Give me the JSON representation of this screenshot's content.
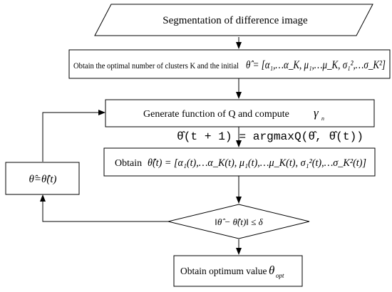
{
  "nodes": {
    "segmentation": {
      "label": "Segmentation of  difference image"
    },
    "init": {
      "label": "Obtain the optimal number of clusters K and the initial",
      "formula": "θ̂ = [α₁,…α_K, μ₁,…μ_K, σ₁²,…σ_K²]"
    },
    "generate": {
      "label": "Generate function  of Q and compute",
      "symbol": "γ",
      "subscript": "n"
    },
    "update_rule": {
      "formula": "θ̂(t + 1) = argmaxQ(θ̂, θ̂(t))"
    },
    "obtain": {
      "label": "Obtain",
      "formula": "θ̂(t) = [α₁(t),…α_K(t), μ₁(t),…μ_K(t), σ₁²(t),…σ_K²(t)]"
    },
    "assign": {
      "formula": "θ̂=θ̂(t)"
    },
    "condition": {
      "formula": "‖θ̂ − θ̂(t)‖ ≤ δ"
    },
    "result": {
      "label": "Obtain optimum value",
      "symbol": "θ",
      "subscript": "opt"
    }
  },
  "edges": [
    {
      "from": "segmentation",
      "to": "init"
    },
    {
      "from": "init",
      "to": "generate"
    },
    {
      "from": "generate",
      "to": "obtain"
    },
    {
      "from": "obtain",
      "to": "condition"
    },
    {
      "from": "condition",
      "to": "result"
    },
    {
      "from": "condition",
      "to": "assign"
    },
    {
      "from": "assign",
      "to": "generate"
    }
  ]
}
